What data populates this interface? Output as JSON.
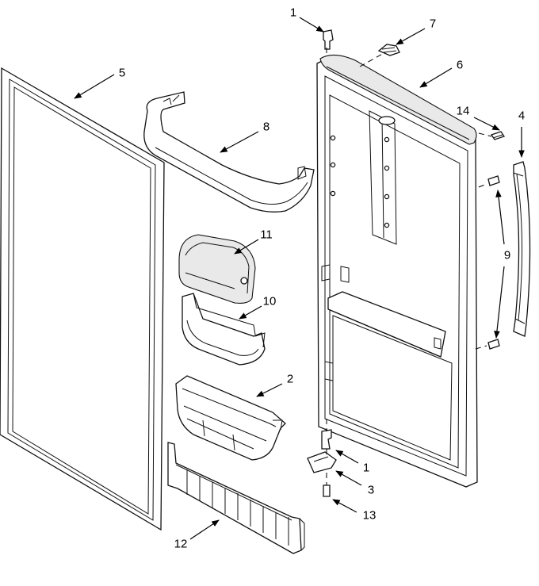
{
  "diagram": {
    "callouts": [
      {
        "id": "c1-top",
        "number": "1",
        "part": "hinge-pin-top"
      },
      {
        "id": "c7",
        "number": "7",
        "part": "hinge-cover-clip"
      },
      {
        "id": "c6",
        "number": "6",
        "part": "door-trim-top"
      },
      {
        "id": "c5",
        "number": "5",
        "part": "door-gasket"
      },
      {
        "id": "c8",
        "number": "8",
        "part": "door-shelf-bar"
      },
      {
        "id": "c14",
        "number": "14",
        "part": "handle-screw"
      },
      {
        "id": "c4",
        "number": "4",
        "part": "door-handle"
      },
      {
        "id": "c9",
        "number": "9",
        "part": "handle-mount-screws"
      },
      {
        "id": "c11",
        "number": "11",
        "part": "dairy-door-cover"
      },
      {
        "id": "c10",
        "number": "10",
        "part": "dairy-bin"
      },
      {
        "id": "c2",
        "number": "2",
        "part": "door-bin"
      },
      {
        "id": "c1-bottom",
        "number": "1",
        "part": "hinge-pin-bottom"
      },
      {
        "id": "c3",
        "number": "3",
        "part": "bottom-hinge-bracket"
      },
      {
        "id": "c13",
        "number": "13",
        "part": "hinge-screw"
      },
      {
        "id": "c12",
        "number": "12",
        "part": "bottom-door-panel"
      }
    ]
  }
}
